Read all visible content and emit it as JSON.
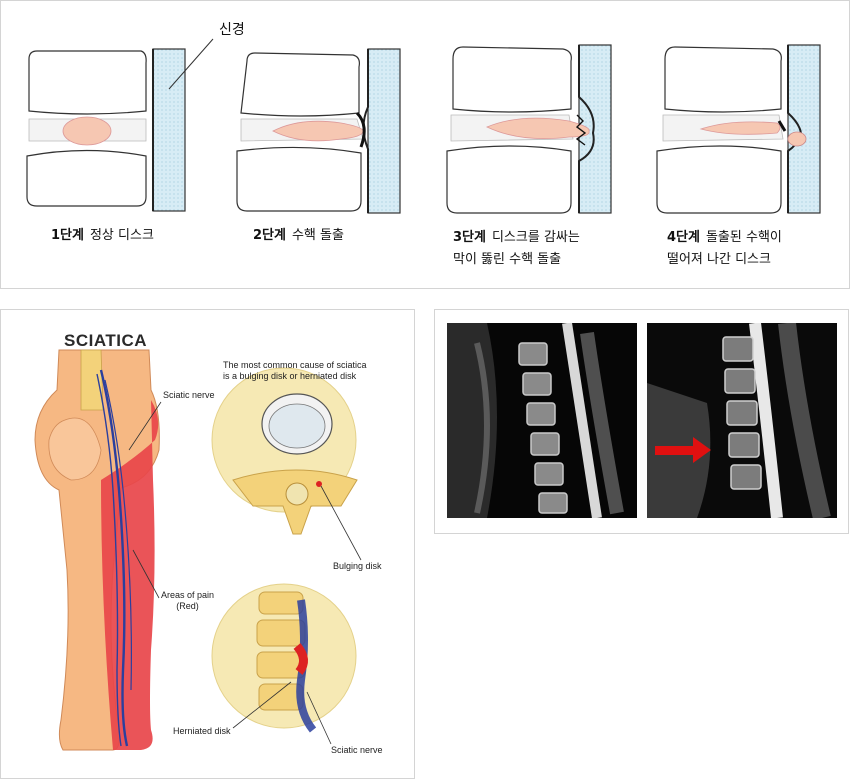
{
  "stages": {
    "nerve_label": "신경",
    "items": [
      {
        "step": "1단계",
        "line1": "정상 디스크",
        "line2": ""
      },
      {
        "step": "2단계",
        "line1": "수핵 돌출",
        "line2": ""
      },
      {
        "step": "3단계",
        "line1": "디스크를 감싸는",
        "line2": "막이 뚫린 수핵 돌출"
      },
      {
        "step": "4단계",
        "line1": "돌출된 수핵이",
        "line2": "떨어져 나간 디스크"
      }
    ]
  },
  "sciatica": {
    "title": "SCIATICA",
    "caption_line1": "The most common cause of sciatica",
    "caption_line2": "is a bulging disk or herniated disk",
    "sciatic_nerve": "Sciatic nerve",
    "areas_line1": "Areas of pain",
    "areas_line2": "(Red)",
    "bulging_disk": "Bulging disk",
    "herniated_disk": "Herniated disk",
    "sciatic_nerve_bottom": "Sciatic nerve"
  },
  "colors": {
    "nerve_blue": "#cfe6f1",
    "nucleus": "#f6c7b2",
    "pain_red": "#e8454a",
    "skin": "#f6b883",
    "circle_bg": "#f6e9b4",
    "arrow_red": "#e01010"
  }
}
